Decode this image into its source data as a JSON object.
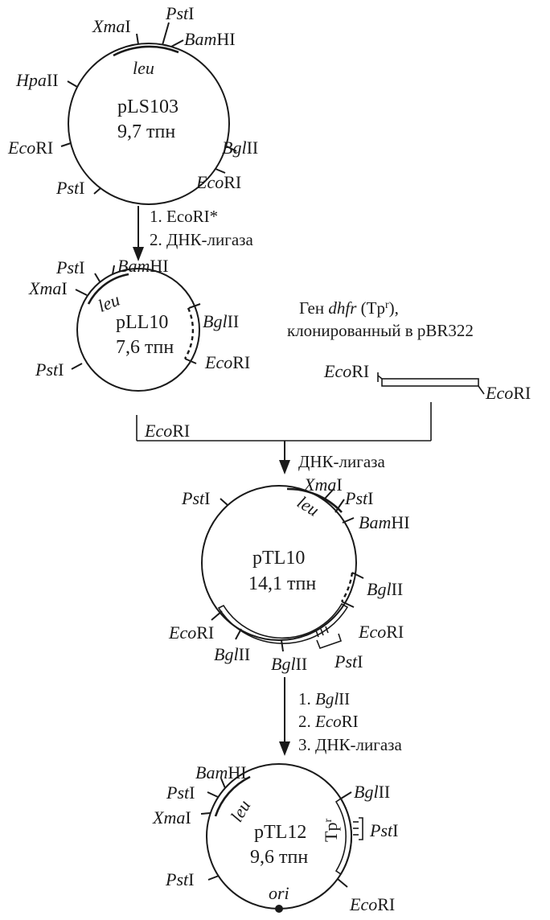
{
  "plasmids": {
    "pLS103": {
      "name": "pLS103",
      "size": "9,7 тпн"
    },
    "pLL10": {
      "name": "pLL10",
      "size": "7,6 тпн"
    },
    "pTL10": {
      "name": "pTL10",
      "size": "14,1 тпн"
    },
    "pTL12": {
      "name": "pTL12",
      "size": "9,6 тпн"
    }
  },
  "labels": {
    "leu": "leu",
    "tp": "Tp",
    "tp_sup": "r",
    "ori": "ori"
  },
  "enzymes": {
    "XmaI": [
      "Xma",
      "I"
    ],
    "PstI": [
      "Pst",
      "I"
    ],
    "BamHI": [
      "Bam",
      "HI"
    ],
    "HpaII": [
      "Hpa",
      "II"
    ],
    "EcoRI": [
      "Eco",
      "RI"
    ],
    "BglII": [
      "Bgl",
      "II"
    ]
  },
  "steps": {
    "s1_1": "1. EcoRI*",
    "s1_2": "2. ДНК-лигаза",
    "ligase": "ДНК-лигаза",
    "s3_1_num": "1. ",
    "s3_2_num": "2. ",
    "s3_3": "3. ДНК-лигаза"
  },
  "gene": {
    "prefix": "Ген ",
    "name": "dhfr",
    "tp_open": " (Tp",
    "tp_sup": "r",
    "tp_close": "),",
    "line2": "клонированный в pBR322"
  },
  "colors": {
    "ink": "#1a1a1a",
    "background": "#ffffff"
  }
}
